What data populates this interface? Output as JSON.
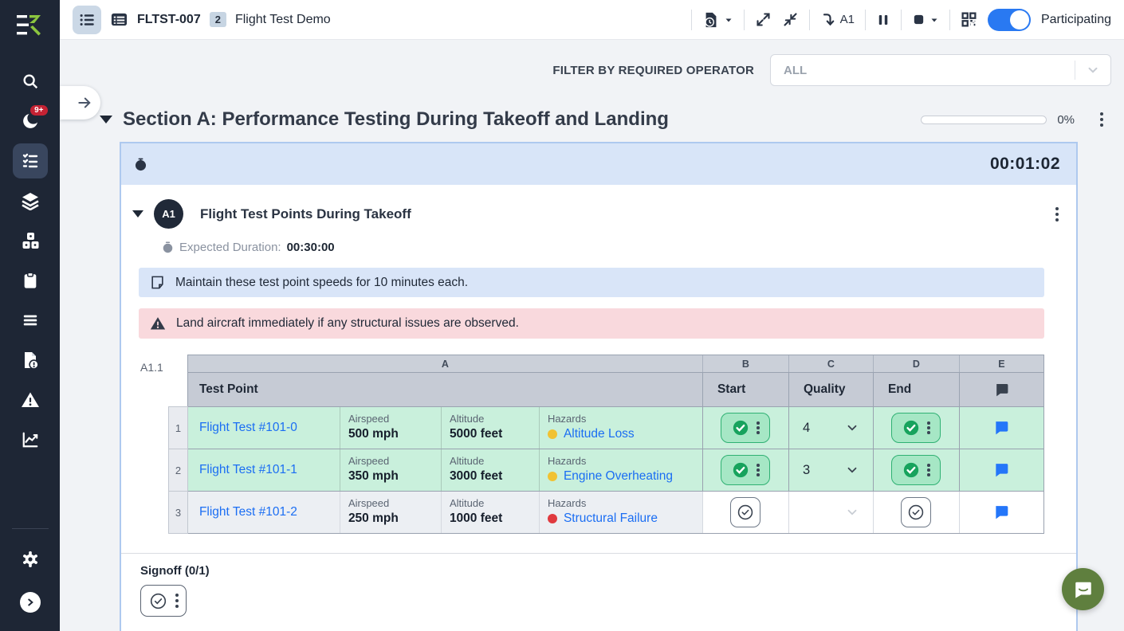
{
  "topbar": {
    "procedure_id": "FLTST-007",
    "run_badge": "2",
    "procedure_title": "Flight Test Demo",
    "jump_target": "A1",
    "participating_label": "Participating"
  },
  "sidebar": {
    "notification_count": "9+"
  },
  "filter": {
    "label": "FILTER BY REQUIRED OPERATOR",
    "value": "ALL"
  },
  "section": {
    "title": "Section A: Performance Testing During Takeoff and Landing",
    "progress_label": "0%"
  },
  "step": {
    "elapsed_timer": "00:01:02",
    "id": "A1",
    "title": "Flight Test Points During Takeoff",
    "expected_duration_label": "Expected Duration:",
    "expected_duration_value": "00:30:00",
    "note_text": "Maintain these test point speeds for 10 minutes each.",
    "warning_text": "Land aircraft immediately if any structural issues are observed.",
    "table_label": "A1.1",
    "signoff_label": "Signoff (0/1)"
  },
  "table": {
    "column_letters": [
      "A",
      "B",
      "C",
      "D",
      "E"
    ],
    "header_test_point": "Test Point",
    "header_start": "Start",
    "header_quality": "Quality",
    "header_end": "End",
    "rows": [
      {
        "num": "1",
        "name": "Flight Test #101-0",
        "airspeed_label": "Airspeed",
        "airspeed": "500 mph",
        "altitude_label": "Altitude",
        "altitude": "5000 feet",
        "hazards_label": "Hazards",
        "hazard": "Altitude Loss",
        "hazard_color": "#F1C232",
        "quality": "4",
        "status": "complete"
      },
      {
        "num": "2",
        "name": "Flight Test #101-1",
        "airspeed_label": "Airspeed",
        "airspeed": "350 mph",
        "altitude_label": "Altitude",
        "altitude": "3000 feet",
        "hazards_label": "Hazards",
        "hazard": "Engine Overheating",
        "hazard_color": "#F1C232",
        "quality": "3",
        "status": "complete"
      },
      {
        "num": "3",
        "name": "Flight Test #101-2",
        "airspeed_label": "Airspeed",
        "airspeed": "250 mph",
        "altitude_label": "Altitude",
        "altitude": "1000 feet",
        "hazards_label": "Hazards",
        "hazard": "Structural Failure",
        "hazard_color": "#E03A3F",
        "quality": "",
        "status": "incomplete"
      }
    ]
  },
  "colors": {
    "sidebar_bg": "#1E2635",
    "accent_blue": "#2979F2",
    "link_blue": "#1B6EF3",
    "complete_row_green": "#C9F0DC",
    "check_green": "#17A35D",
    "note_blue": "#D9E5F8",
    "warning_pink": "#F9D9DD",
    "hazard_yellow": "#F1C232",
    "hazard_red": "#E03A3F",
    "chat_launcher_green": "#5F7F3E"
  }
}
